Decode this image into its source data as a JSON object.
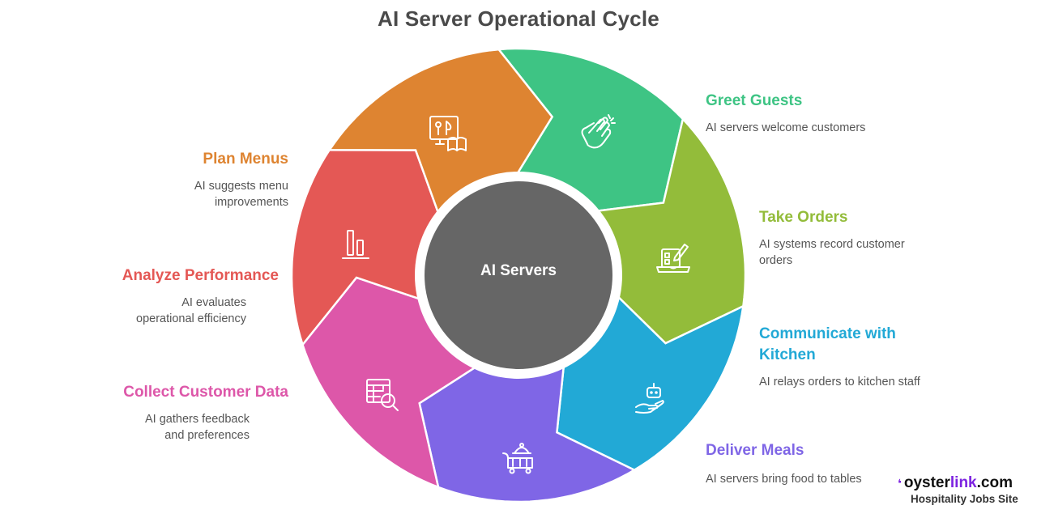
{
  "title": "AI Server Operational Cycle",
  "center": {
    "label": "AI Servers",
    "color": "#666666"
  },
  "steps": [
    {
      "name": "Greet Guests",
      "description": "AI servers welcome customers",
      "color": "#3ec484",
      "icon": "clapping-hands-icon"
    },
    {
      "name": "Take Orders",
      "description": "AI systems record customer orders",
      "color": "#93bc3a",
      "icon": "laptop-order-edit-icon"
    },
    {
      "name": "Communicate with Kitchen",
      "description": "AI relays orders to kitchen staff",
      "color": "#22a9d6",
      "icon": "robot-hand-icon"
    },
    {
      "name": "Deliver Meals",
      "description": "AI servers bring food to tables",
      "color": "#7f66e6",
      "icon": "serving-cart-icon"
    },
    {
      "name": "Collect Customer Data",
      "description": "AI gathers feedback and preferences",
      "color": "#dd57a9",
      "icon": "table-search-icon"
    },
    {
      "name": "Analyze Performance",
      "description": "AI evaluates operational efficiency",
      "color": "#e45855",
      "icon": "bar-chart-icon"
    },
    {
      "name": "Plan Menus",
      "description": "AI suggests menu improvements",
      "color": "#de8431",
      "icon": "menu-planning-icon"
    }
  ],
  "brand": {
    "name_main": "oyster",
    "name_accent": "link",
    "name_suffix": ".com",
    "tagline": "Hospitality Jobs Site"
  }
}
